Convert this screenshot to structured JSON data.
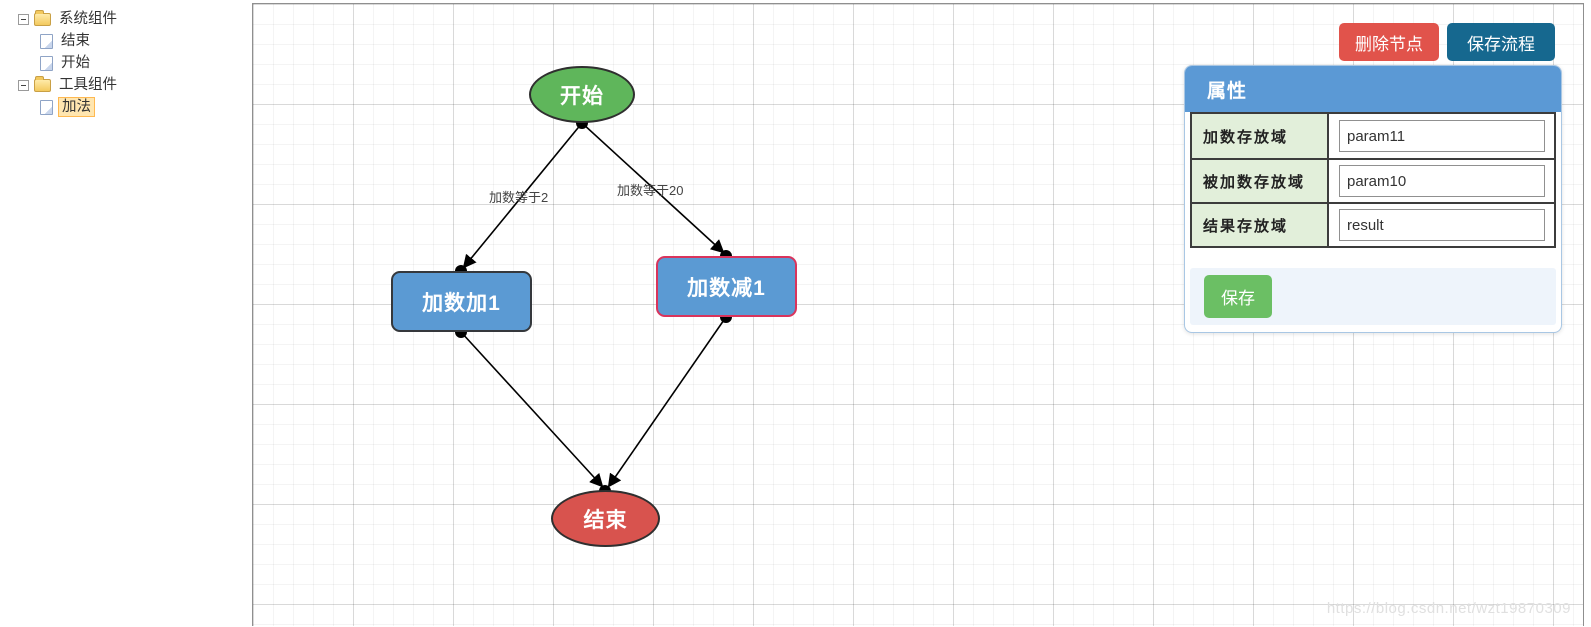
{
  "sidebar": {
    "tree": [
      {
        "label": "系统组件",
        "type": "folder",
        "expanded": true,
        "children": [
          {
            "label": "结束"
          },
          {
            "label": "开始"
          }
        ]
      },
      {
        "label": "工具组件",
        "type": "folder",
        "expanded": true,
        "children": [
          {
            "label": "加法",
            "selected": true
          }
        ]
      }
    ]
  },
  "toolbar": {
    "delete_node_label": "删除节点",
    "save_flow_label": "保存流程"
  },
  "canvas": {
    "nodes": [
      {
        "id": "start",
        "label": "开始",
        "shape": "ellipse",
        "fill": "#5fb65b",
        "selected": false
      },
      {
        "id": "add1",
        "label": "加数加1",
        "shape": "rect",
        "fill": "#5b9ad3",
        "selected": false
      },
      {
        "id": "sub1",
        "label": "加数减1",
        "shape": "rect",
        "fill": "#5b9ad3",
        "selected": true
      },
      {
        "id": "end",
        "label": "结束",
        "shape": "ellipse",
        "fill": "#d8534e",
        "selected": false
      }
    ],
    "edges": [
      {
        "from": "开始",
        "to": "加数加1",
        "label": "加数等于2"
      },
      {
        "from": "开始",
        "to": "加数减1",
        "label": "加数等于20"
      },
      {
        "from": "加数加1",
        "to": "结束",
        "label": ""
      },
      {
        "from": "加数减1",
        "to": "结束",
        "label": ""
      }
    ]
  },
  "properties_panel": {
    "title": "属性",
    "fields": [
      {
        "label": "加数存放域",
        "value": "param11"
      },
      {
        "label": "被加数存放域",
        "value": "param10"
      },
      {
        "label": "结果存放域",
        "value": "result"
      }
    ],
    "save_label": "保存"
  },
  "watermark": "https://blog.csdn.net/wzt19870309",
  "colors": {
    "node_selected_border": "#d9345c",
    "panel_header": "#5b99d5",
    "label_cell": "#e2efda",
    "delete_button": "#e1534b",
    "save_flow_button": "#16688f",
    "save_button": "#6bbf64",
    "tree_selection_bg": "#ffe6b0"
  }
}
